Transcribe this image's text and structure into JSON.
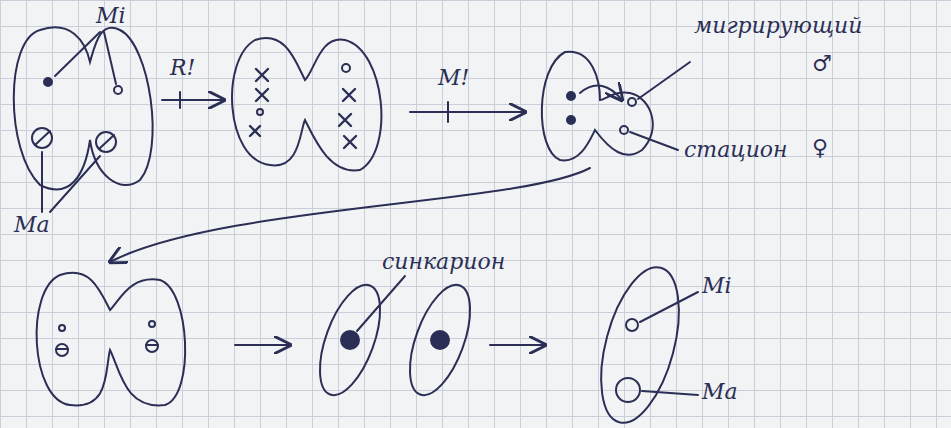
{
  "diagram": {
    "labels": [
      "Mi",
      "Ma",
      "R!",
      "M!",
      "мигрирующий",
      "♂",
      "стацион",
      "♀",
      "синкарион",
      "Mi",
      "Ma"
    ]
  }
}
